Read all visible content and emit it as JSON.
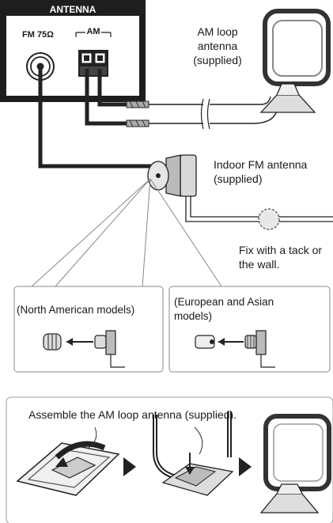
{
  "panel": {
    "title": "ANTENNA",
    "fm_label": "FM 75Ω",
    "am_label": "AM"
  },
  "labels": {
    "am_loop_line1": "AM loop",
    "am_loop_line2": "antenna",
    "am_loop_line3": "(supplied)",
    "fm_indoor_line1": "Indoor FM antenna",
    "fm_indoor_line2": "(supplied)",
    "fix_line1": "Fix with a tack or",
    "fix_line2": "the wall."
  },
  "callouts": {
    "north_american": "(North American models)",
    "euro_asian_line1": "(European and Asian",
    "euro_asian_line2": "models)"
  },
  "assembly": {
    "title": "Assemble the AM loop antenna (supplied)."
  }
}
